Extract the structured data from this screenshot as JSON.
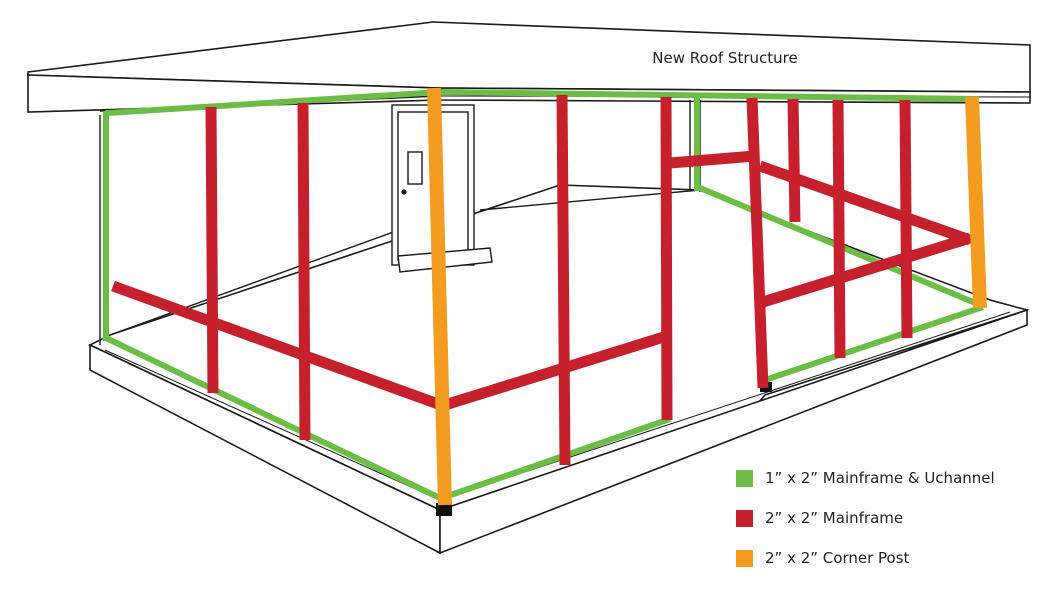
{
  "title": "New Roof Structure",
  "legend": [
    {
      "label": "1” x 2” Mainframe & Uchannel",
      "color": "#6cbd45"
    },
    {
      "label": "2” x 2” Mainframe",
      "color": "#c5202b"
    },
    {
      "label": "2” x 2” Corner Post",
      "color": "#f39c1f"
    }
  ],
  "colors": {
    "outline": "#1a1a1a",
    "background": "#ffffff"
  }
}
